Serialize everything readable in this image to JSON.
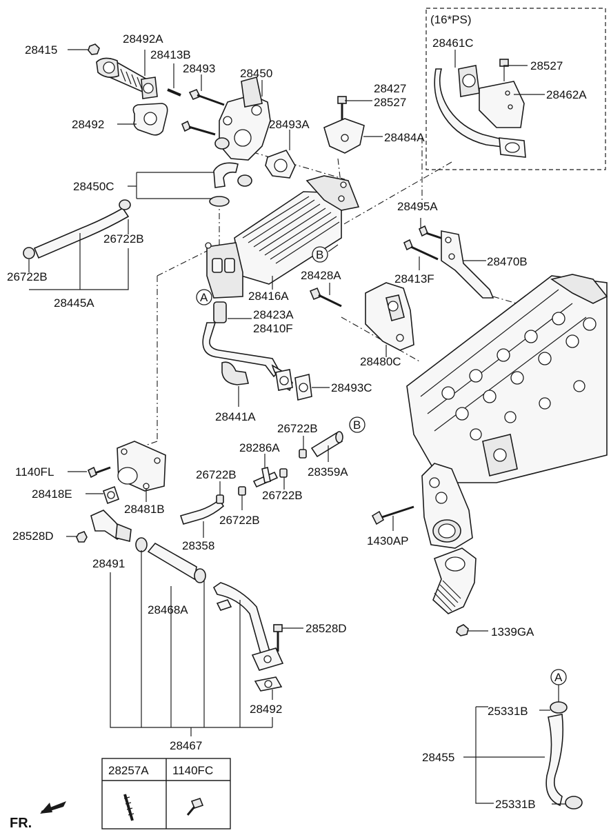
{
  "labels": {
    "l_28415": "28415",
    "l_28492A": "28492A",
    "l_28413B": "28413B",
    "l_28493": "28493",
    "l_28450": "28450",
    "l_28492_top": "28492",
    "l_28493A": "28493A",
    "l_28427": "28427",
    "l_28527_mid": "28527",
    "l_28484A": "28484A",
    "l_28450C": "28450C",
    "l_26722B_a": "26722B",
    "l_26722B_b": "26722B",
    "l_28445A": "28445A",
    "l_28416A": "28416A",
    "l_28423A": "28423A",
    "l_28410F": "28410F",
    "l_28441A": "28441A",
    "l_28493C": "28493C",
    "l_28495A": "28495A",
    "l_28470B": "28470B",
    "l_28413F": "28413F",
    "l_28428A": "28428A",
    "l_28480C": "28480C",
    "l_26722B_c": "26722B",
    "l_28286A": "28286A",
    "l_28359A": "28359A",
    "l_26722B_d": "26722B",
    "l_26722B_e": "26722B",
    "l_26722B_f": "26722B",
    "l_28358": "28358",
    "l_1140FL": "1140FL",
    "l_28418E": "28418E",
    "l_28481B": "28481B",
    "l_28528D_a": "28528D",
    "l_28491": "28491",
    "l_28468A": "28468A",
    "l_28528D_b": "28528D",
    "l_28492_bot": "28492",
    "l_28467": "28467",
    "l_1430AP": "1430AP",
    "l_1339GA": "1339GA",
    "l_25331B_a": "25331B",
    "l_25331B_b": "25331B",
    "l_28455": "28455",
    "l_28461C": "28461C",
    "l_28527_top": "28527",
    "l_28462A": "28462A",
    "l_16PS": "(16*PS)",
    "marker_A1": "A",
    "marker_A2": "A",
    "marker_B1": "B",
    "marker_B2": "B",
    "fr": "FR."
  },
  "legend": {
    "col1": "28257A",
    "col2": "1140FC"
  }
}
